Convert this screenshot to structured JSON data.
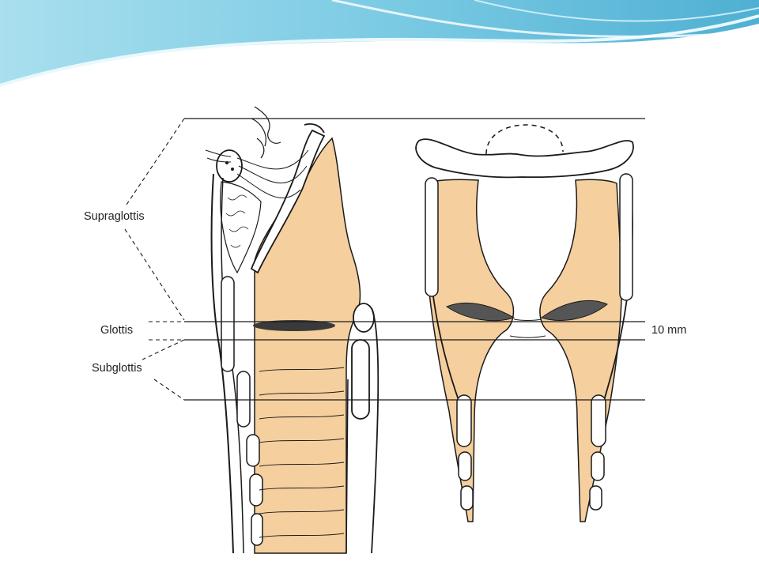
{
  "colors": {
    "tissue": "#f5cf9e",
    "line": "#1a1a1a",
    "wave_light": "#bfe8f2",
    "wave_dark": "#5bb6d6"
  },
  "labels": {
    "supraglottis": "Supraglottis",
    "glottis": "Glottis",
    "subglottis": "Subglottis",
    "measurement": "10 mm"
  }
}
